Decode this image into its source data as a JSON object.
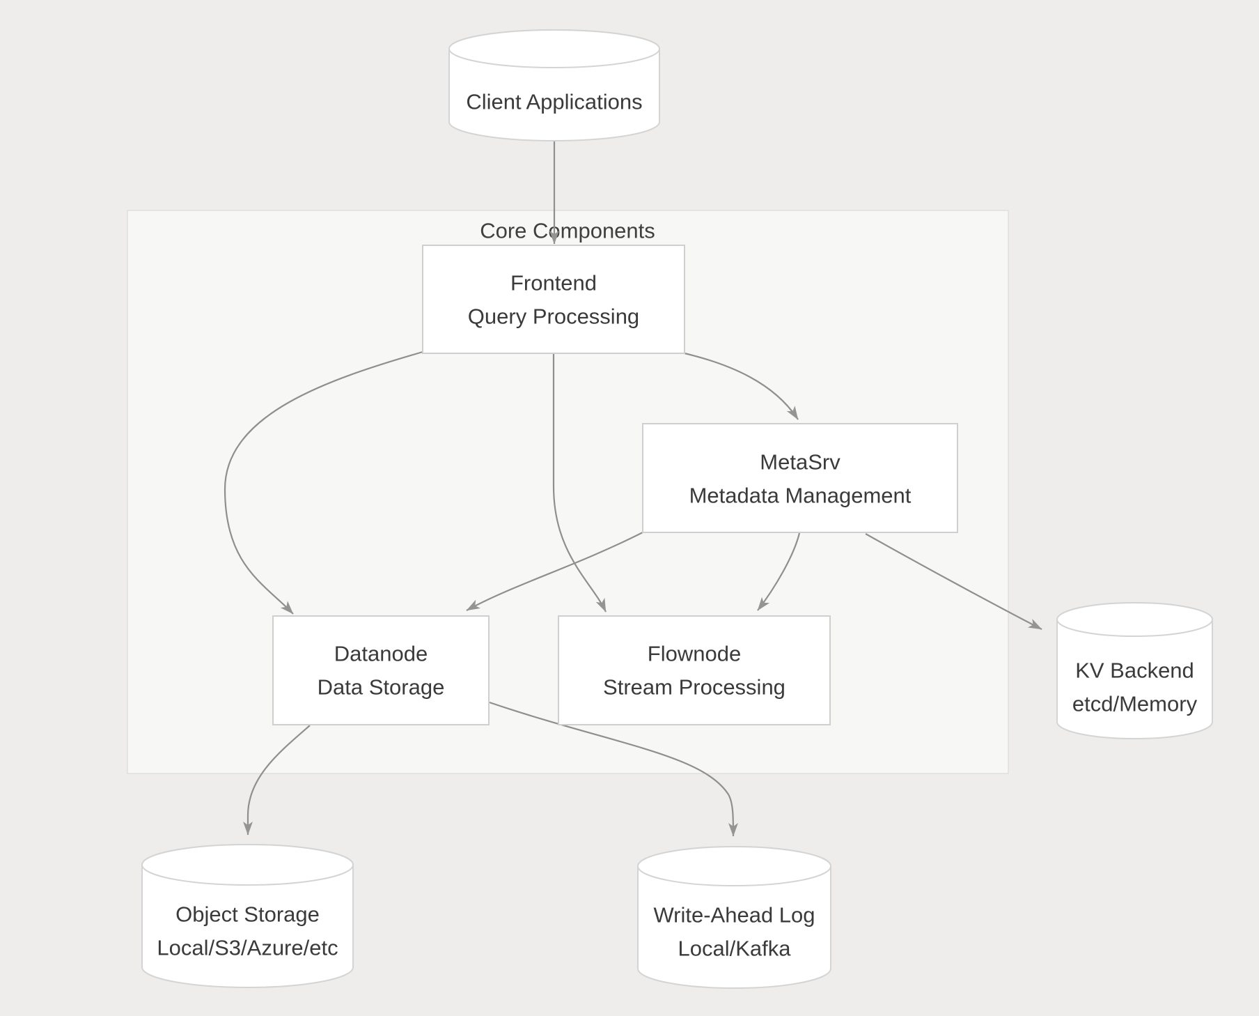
{
  "diagram": {
    "group": {
      "label": "Core Components"
    },
    "nodes": {
      "client": {
        "shape": "cylinder",
        "lines": [
          "Client Applications"
        ]
      },
      "frontend": {
        "shape": "rect",
        "lines": [
          "Frontend",
          "Query Processing"
        ]
      },
      "metasrv": {
        "shape": "rect",
        "lines": [
          "MetaSrv",
          "Metadata Management"
        ]
      },
      "datanode": {
        "shape": "rect",
        "lines": [
          "Datanode",
          "Data Storage"
        ]
      },
      "flownode": {
        "shape": "rect",
        "lines": [
          "Flownode",
          "Stream Processing"
        ]
      },
      "kv_backend": {
        "shape": "cylinder",
        "lines": [
          "KV Backend",
          "etcd/Memory"
        ]
      },
      "object_storage": {
        "shape": "cylinder",
        "lines": [
          "Object Storage",
          "Local/S3/Azure/etc"
        ]
      },
      "write_ahead_log": {
        "shape": "cylinder",
        "lines": [
          "Write-Ahead Log",
          "Local/Kafka"
        ]
      }
    },
    "edges": [
      {
        "from": "client",
        "to": "frontend"
      },
      {
        "from": "frontend",
        "to": "datanode"
      },
      {
        "from": "frontend",
        "to": "flownode"
      },
      {
        "from": "frontend",
        "to": "metasrv"
      },
      {
        "from": "metasrv",
        "to": "datanode"
      },
      {
        "from": "metasrv",
        "to": "flownode"
      },
      {
        "from": "metasrv",
        "to": "kv_backend"
      },
      {
        "from": "datanode",
        "to": "object_storage"
      },
      {
        "from": "datanode",
        "to": "write_ahead_log"
      }
    ],
    "colors": {
      "page_bg": "#eeedeb",
      "group_bg": "#f7f7f6",
      "group_border": "#e0dfdc",
      "node_bg": "#ffffff",
      "node_border": "#cfcfcf",
      "cylinder_border": "#d4d4d4",
      "edge": "#8f8f8f",
      "arrowhead": "#949494",
      "text": "#3a3a3a"
    }
  }
}
